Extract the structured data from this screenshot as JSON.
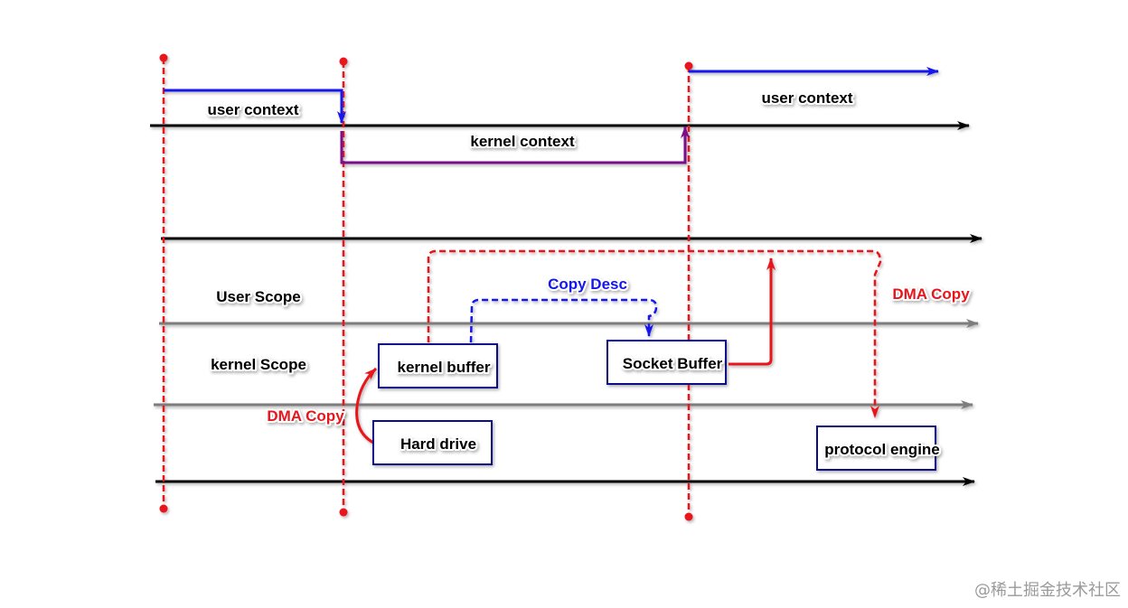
{
  "title": "Zero-copy data transfer: context switches and DMA copies",
  "colors": {
    "timeline_dash": "#e8121a",
    "user_context": "#1212ee",
    "kernel_context": "#7a0a8c",
    "axis_black": "#000000",
    "axis_gray": "#7d7d7d",
    "box_border": "#0a0a8c",
    "dma": "#e8121a",
    "copy_desc": "#1212ee"
  },
  "context_labels": {
    "user_context_left": "user context",
    "kernel_context": "kernel context",
    "user_context_right": "user context"
  },
  "scope_labels": {
    "user_scope": "User Scope",
    "kernel_scope": "kernel Scope"
  },
  "boxes": {
    "kernel_buffer": "kernel buffer",
    "socket_buffer": "Socket Buffer",
    "hard_drive": "Hard drive",
    "protocol_engine": "protocol engine"
  },
  "arrow_labels": {
    "dma_copy_left": "DMA Copy",
    "copy_desc": "Copy Desc",
    "dma_copy_right": "DMA Copy"
  },
  "watermark": "@稀土掘金技术社区"
}
